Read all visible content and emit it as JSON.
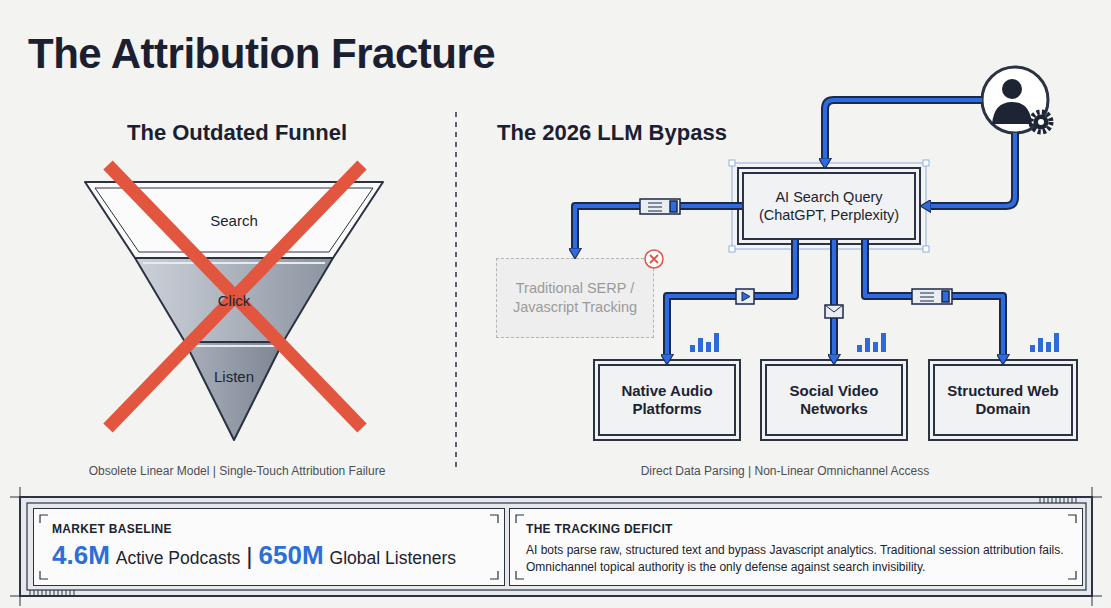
{
  "diagram": {
    "title": "The Attribution Fracture",
    "nodes": [
      {
        "text": [
          "Search"
        ]
      },
      {
        "text": [
          "Click"
        ]
      },
      {
        "text": [
          "Listen"
        ]
      },
      {
        "text": [
          "AI Search Query (ChatGPT, Perplexity)"
        ]
      },
      {
        "text": [
          "Traditional SERP / Javascript Tracking"
        ]
      },
      {
        "text": [
          "Native Audio Platforms"
        ]
      },
      {
        "text": [
          "Social Video Networks"
        ]
      },
      {
        "text": [
          "Structured Web Domain"
        ]
      },
      {
        "text": [
          "MARKET BASELINE",
          "4.6M",
          "Active Podcasts",
          "|",
          "650M",
          "Global Listeners"
        ]
      },
      {
        "text": [
          "THE TRACKING DEFICIT",
          "AI bots parse raw, structured text and bypass Javascript analytics. Traditional session attribution fails. Omnichannel topical authority is the only defense against search invisibility."
        ]
      }
    ],
    "edges": [
      {
        "from": 3,
        "to": 4,
        "arrow": "to"
      },
      {
        "from": 3,
        "to": 5,
        "arrow": "to"
      },
      {
        "from": 3,
        "to": 6,
        "arrow": "to"
      },
      {
        "from": 3,
        "to": 7,
        "arrow": "to"
      }
    ],
    "labels": [
      "The Outdated Funnel",
      "The 2026 LLM Bypass",
      "Obsolete Linear Model | Single-Touch Attribution Failure",
      "Direct Data Parsing | Non-Linear Omnichannel Access"
    ]
  }
}
